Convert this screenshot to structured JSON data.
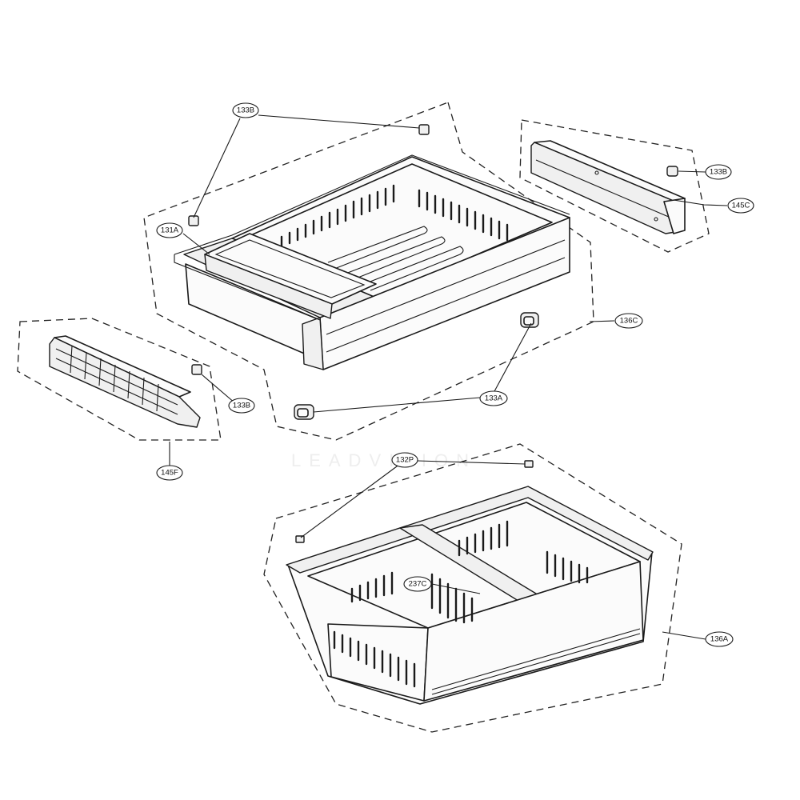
{
  "callouts": {
    "c133B_top": "133B",
    "c131A": "131A",
    "c133B_right": "133B",
    "c145C": "145C",
    "c136C": "136C",
    "c133B_left": "133B",
    "c133A": "133A",
    "c145F": "145F",
    "c132P": "132P",
    "c237C": "237C",
    "c136A": "136A"
  },
  "watermark": "LEADVISION"
}
